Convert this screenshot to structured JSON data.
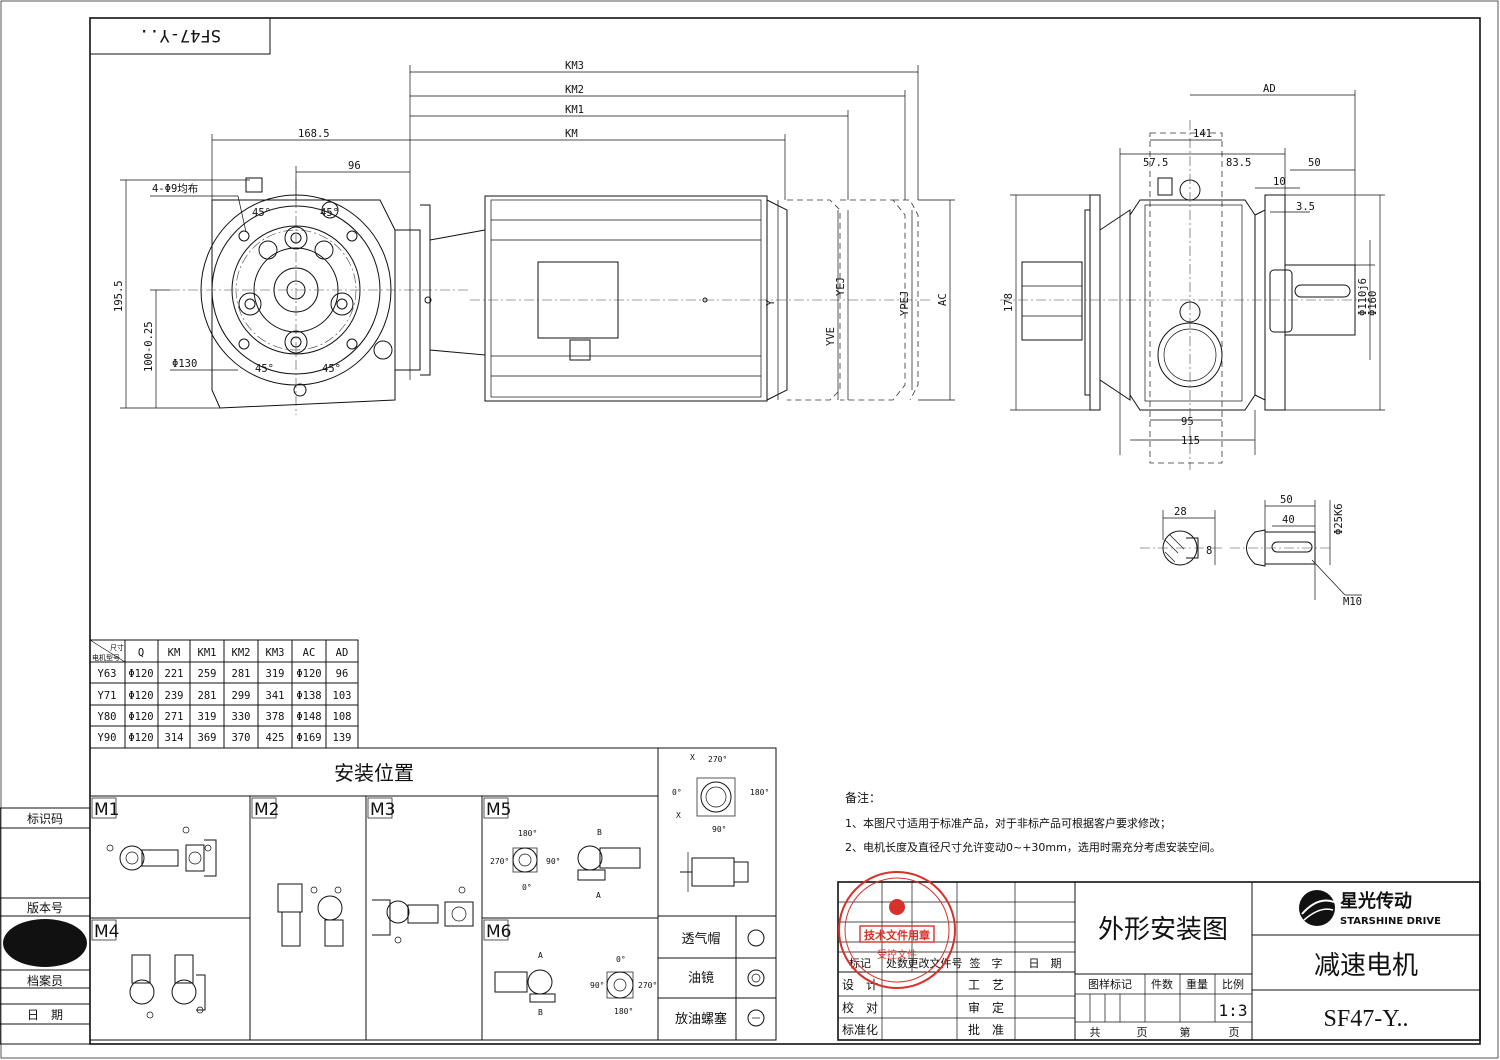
{
  "drawing": {
    "model_box": "SF47-Y..",
    "model_code": "SF47-Y..",
    "title_cn": "外形安装图",
    "product_cn": "减速电机",
    "scale": "1:3",
    "install_title": "安装位置"
  },
  "brand": {
    "name_cn": "星光传动",
    "name_en": "STARSHINE DRIVE",
    "stamp_line1": "技术文件用章",
    "stamp_line2": "受控文件"
  },
  "dims": {
    "km3": "KM3",
    "km2": "KM2",
    "km1": "KM1",
    "km": "KM",
    "d168": "168.5",
    "d96": "96",
    "bolt": "4-Φ9均布",
    "d195": "195.5",
    "d100": "100-0.25",
    "d130": "Φ130",
    "a45a": "45°",
    "a45b": "45°",
    "a45c": "45°",
    "a45d": "45°",
    "y": "Y",
    "yej": "YEJ",
    "yve": "YVE",
    "ypej": "YPEJ",
    "ac": "AC",
    "ad": "AD",
    "d141": "141",
    "d57": "57.5",
    "d83": "83.5",
    "d50": "50",
    "d10": "10",
    "d35": "3.5",
    "d178": "178",
    "d110": "Φ110j6",
    "d160": "Φ160",
    "d95": "95",
    "d115": "115",
    "s28": "28",
    "s8": "8",
    "s50": "50",
    "s40": "40",
    "s25": "Φ25K6",
    "m10": "M10"
  },
  "table": {
    "corner_top": "尺寸",
    "corner_bottom": "电机型号",
    "headers": [
      "Q",
      "KM",
      "KM1",
      "KM2",
      "KM3",
      "AC",
      "AD"
    ],
    "rows": [
      {
        "model": "Y63",
        "cells": [
          "Φ120",
          "221",
          "259",
          "281",
          "319",
          "Φ120",
          "96"
        ]
      },
      {
        "model": "Y71",
        "cells": [
          "Φ120",
          "239",
          "281",
          "299",
          "341",
          "Φ138",
          "103"
        ]
      },
      {
        "model": "Y80",
        "cells": [
          "Φ120",
          "271",
          "319",
          "330",
          "378",
          "Φ148",
          "108"
        ]
      },
      {
        "model": "Y90",
        "cells": [
          "Φ120",
          "314",
          "369",
          "370",
          "425",
          "Φ169",
          "139"
        ]
      }
    ]
  },
  "positions": {
    "m1": "M1",
    "m2": "M2",
    "m3": "M3",
    "m4": "M4",
    "m5": "M5",
    "m6": "M6",
    "a180": "180°",
    "a90": "90°",
    "a270": "270°",
    "a0": "0°",
    "b": "B",
    "a": "A",
    "x": "X"
  },
  "accessories": [
    "透气帽",
    "油镜",
    "放油螺塞"
  ],
  "notes": {
    "heading": "备注：",
    "n1": "1、本图尺寸适用于标准产品，对于非标产品可根据客户要求修改；",
    "n2": "2、电机长度及直径尺寸允许变动0~+30mm，选用时需充分考虑安装空间。"
  },
  "left_labels": [
    "标识码",
    "版本号",
    "档案员",
    "日　期"
  ],
  "titleblock": {
    "rev": [
      "标记",
      "处数",
      "更改文件号",
      "签　字",
      "日　期"
    ],
    "design": "设　计",
    "check": "校　对",
    "std": "标准化",
    "craft": "工　艺",
    "review": "审　定",
    "approve": "批　准",
    "stage": [
      "图样标记",
      "件数",
      "重量",
      "比例"
    ],
    "sheets": [
      "共",
      "页",
      "第",
      "页"
    ]
  }
}
